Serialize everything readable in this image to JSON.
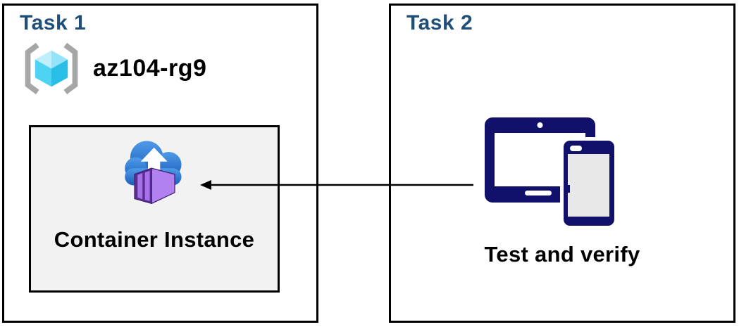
{
  "diagram": {
    "task1": {
      "title": "Task 1",
      "resource_group": {
        "name": "az104-rg9",
        "icon": "resource-group-icon"
      },
      "container_box": {
        "label": "Container Instance",
        "icon": "container-instance-icon"
      }
    },
    "task2": {
      "title": "Task 2",
      "label": "Test and verify",
      "icon": "devices-icon"
    },
    "arrow": {
      "direction": "right-to-left",
      "from": "devices",
      "to": "container-instance"
    },
    "colors": {
      "title_blue": "#1F4E79",
      "text_black": "#000000",
      "border_black": "#000000",
      "panel_bg": "#F2F2F2",
      "device_navy": "#11116B",
      "screen_white": "#FFFFFF",
      "screen_gray": "#E8E8E8",
      "cloud_blue_top": "#4E9BE8",
      "cloud_blue_bottom": "#1D5DBC",
      "arrow_white": "#FFFFFF",
      "container_front": "#5A2D93",
      "container_slat": "#A771E8",
      "container_top": "#8E52D8",
      "container_side": "#B181F0",
      "container_outline": "#44227A",
      "cube_top_left": "#BEEFFB",
      "cube_top_right": "#93E4F8",
      "cube_left": "#4ED4F2",
      "cube_right": "#28BEE6",
      "bracket_gray": "#A6A6A6",
      "connector_black": "#000000"
    }
  }
}
